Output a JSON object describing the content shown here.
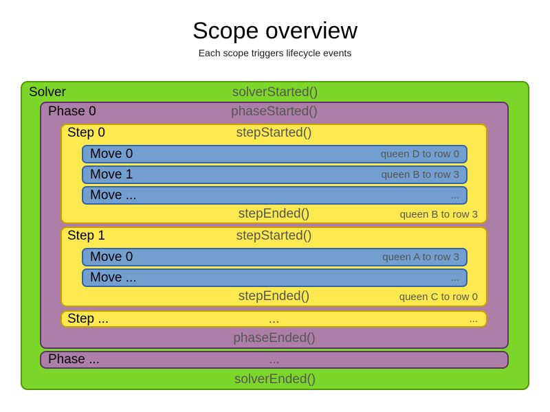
{
  "title": "Scope overview",
  "subtitle": "Each scope triggers lifecycle events",
  "colors": {
    "solver-fill": "#7dd62a",
    "solver-border": "#4e9a06",
    "phase-fill": "#ad7fa8",
    "phase-border": "#5c3566",
    "step-fill": "#fce94f",
    "step-border": "#c4a000",
    "move-fill": "#729fcf",
    "move-border": "#3465a4",
    "label-text": "#000000",
    "event-text": "#555753"
  },
  "solver": {
    "label": "Solver",
    "started_event": "solverStarted()",
    "ended_event": "solverEnded()"
  },
  "phases": [
    {
      "label": "Phase 0",
      "started_event": "phaseStarted()",
      "ended_event": "phaseEnded()",
      "steps": [
        {
          "label": "Step 0",
          "started_event": "stepStarted()",
          "ended_event": "stepEnded()",
          "ended_note": "queen B to row 3",
          "moves": [
            {
              "label": "Move 0",
              "note": "queen D to row 0"
            },
            {
              "label": "Move 1",
              "note": "queen B to row 3"
            },
            {
              "label": "Move ...",
              "note": "..."
            }
          ]
        },
        {
          "label": "Step 1",
          "started_event": "stepStarted()",
          "ended_event": "stepEnded()",
          "ended_note": "queen C to row 0",
          "moves": [
            {
              "label": "Move 0",
              "note": "queen A to row 3"
            },
            {
              "label": "Move ...",
              "note": "..."
            }
          ]
        },
        {
          "label": "Step ...",
          "center_text": "...",
          "right_text": "..."
        }
      ]
    },
    {
      "label": "Phase ...",
      "center_text": "..."
    }
  ]
}
